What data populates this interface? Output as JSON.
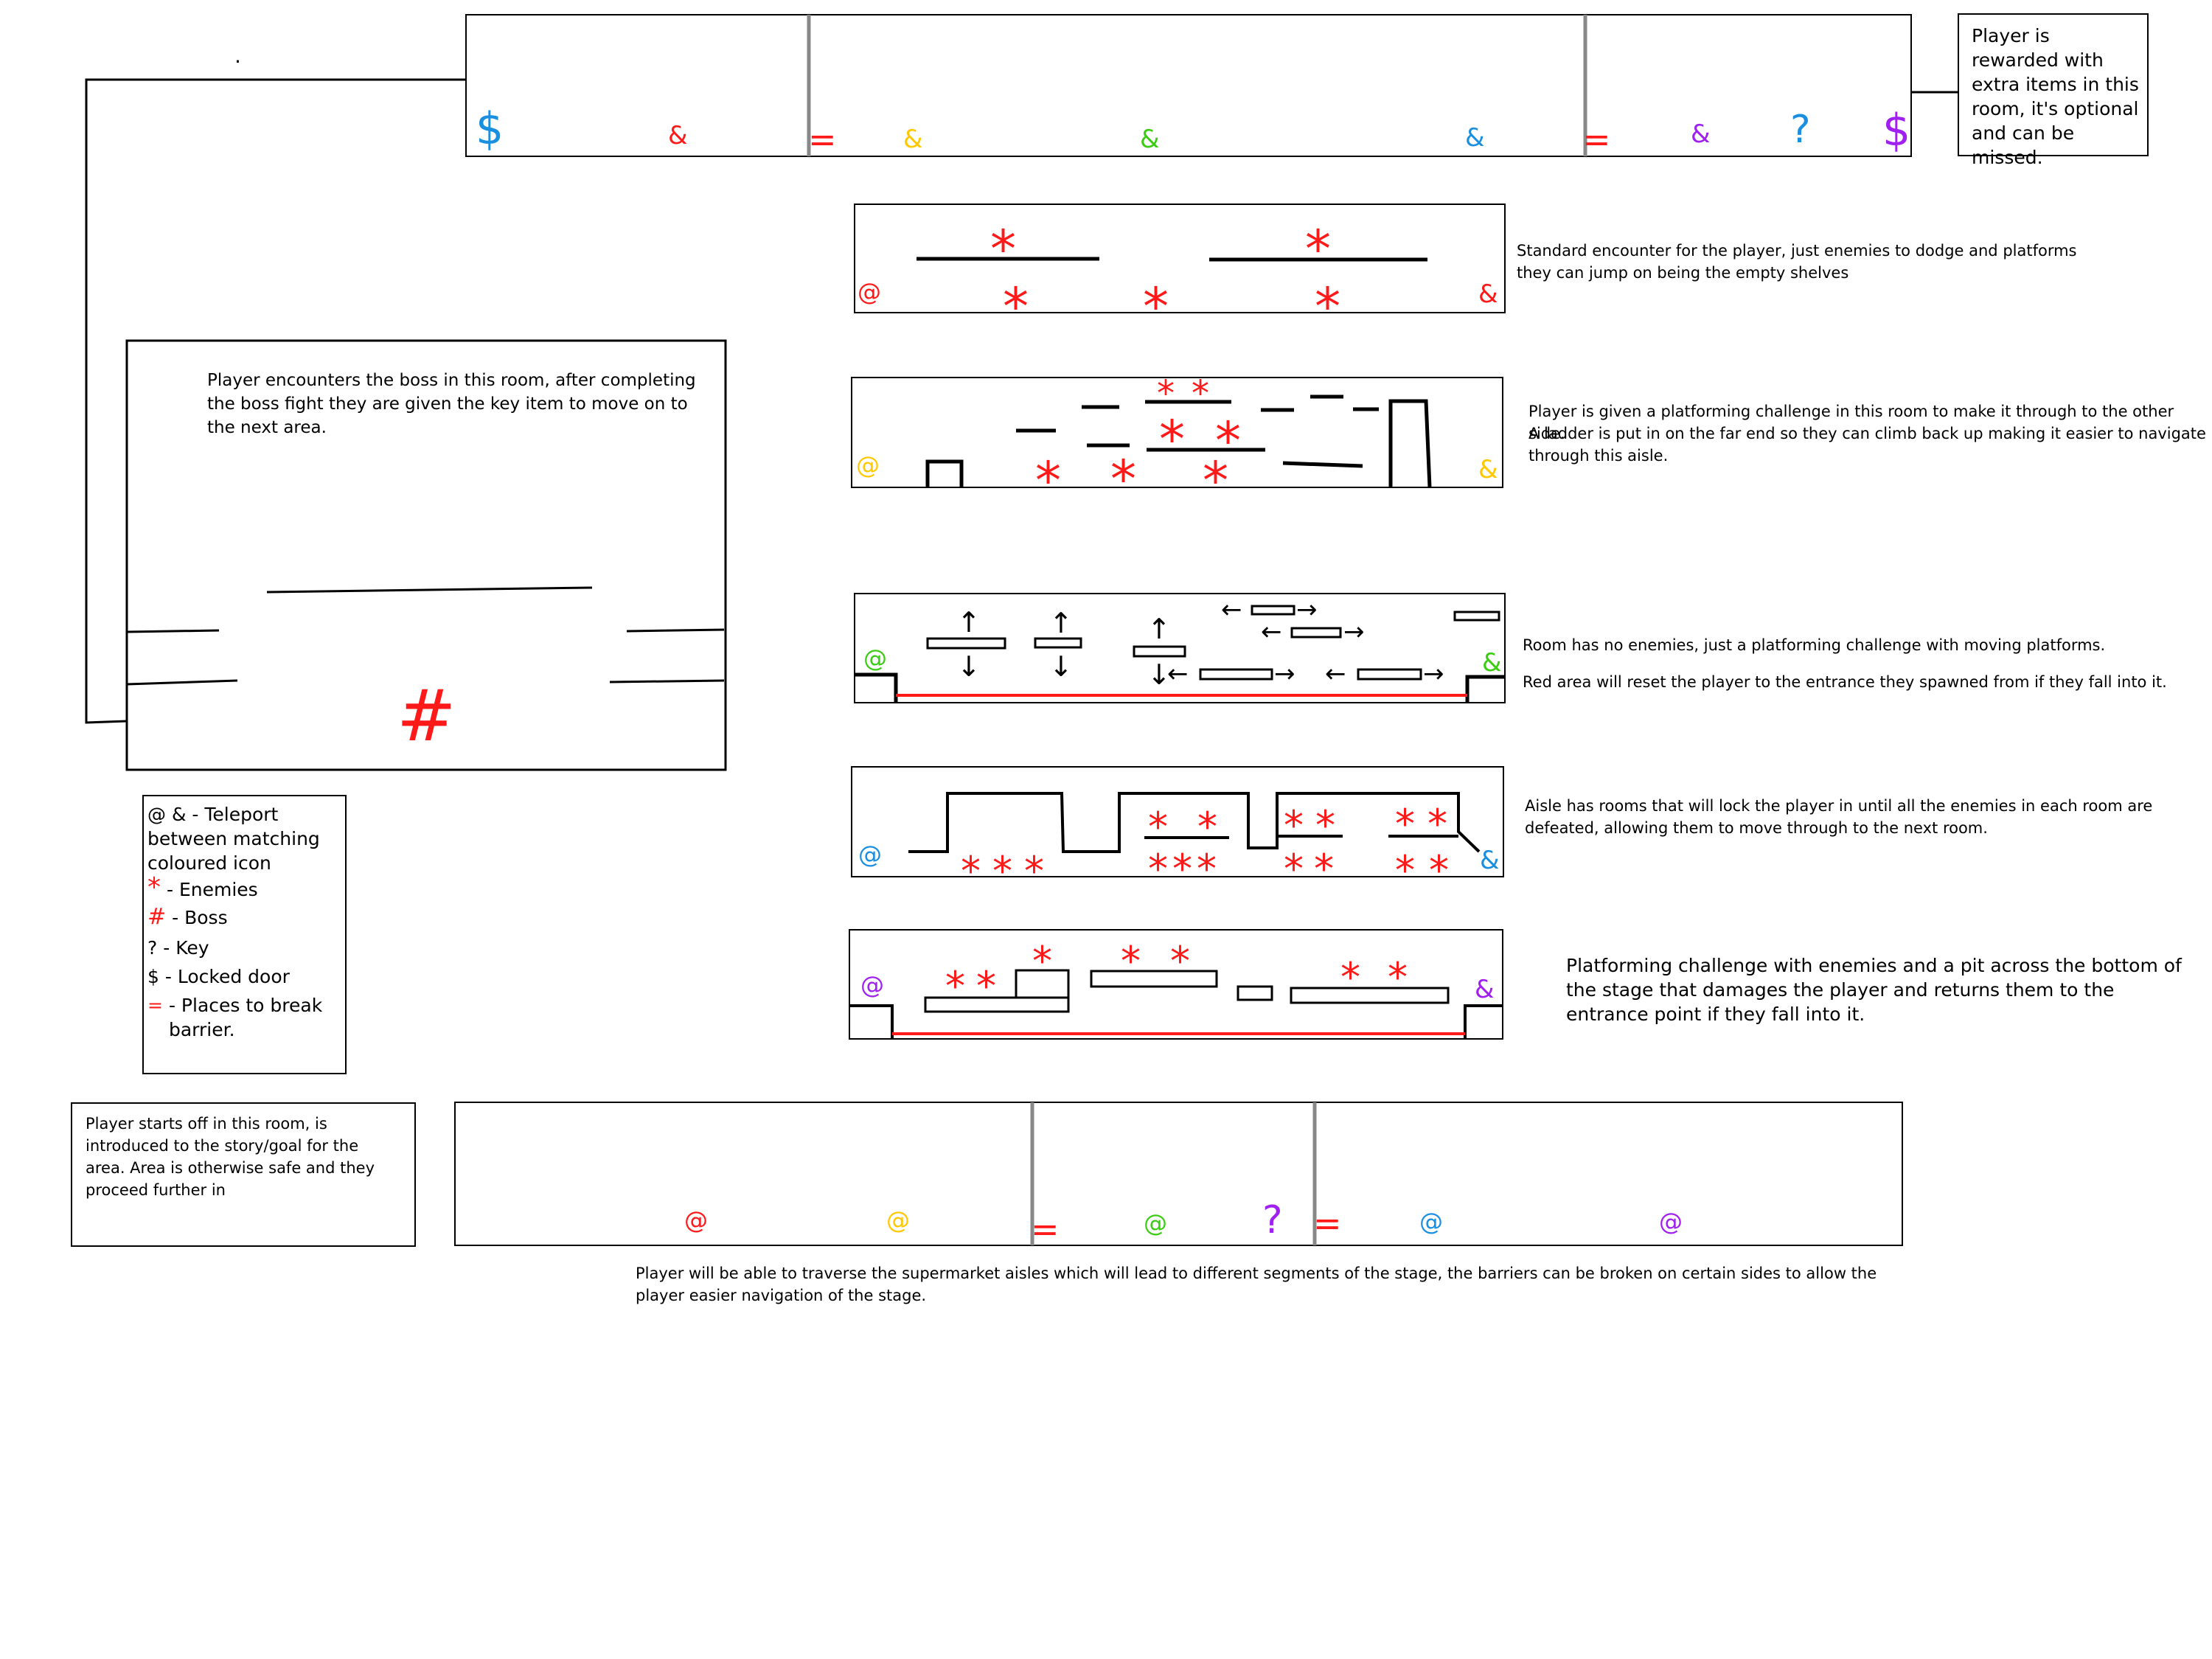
{
  "colors": {
    "red": "#ff1a1a",
    "yellow": "#ffc800",
    "green": "#3ccc14",
    "blue": "#1a8fe0",
    "purple": "#a020f0",
    "divider": "#888888"
  },
  "notes": {
    "reward_room": "Player is rewarded with extra items in this room, it's optional and can be missed.",
    "standard_encounter": "Standard encounter for the player, just enemies to dodge and platforms they can jump on being the empty shelves",
    "platforming_ladder_1": "Player is given a platforming challenge in this room to make it through to the other side.",
    "platforming_ladder_2": "A ladder is put in on the far end so they can climb back up making it easier to navigate through this aisle.",
    "moving_platforms_1": "Room has no enemies, just a platforming challenge with moving platforms.",
    "moving_platforms_2": "Red area will reset the player to the entrance they spawned from if they fall into it.",
    "lock_rooms": "Aisle has rooms that will lock the player in until all the enemies in each room are defeated, allowing them to move through to the next room.",
    "pit_challenge": "Platforming challenge with enemies and a pit across the bottom of the stage that damages the player and returns them to the entrance point if they fall into it.",
    "boss_room": "Player encounters the boss in this room, after completing the boss fight they are given the key item to move on to the next area.",
    "start_room": "Player starts off in this room, is introduced to the story/goal for the area. Area is otherwise safe and they proceed further in",
    "aisles": "Player will be able to traverse the supermarket aisles which will lead to different segments of the stage, the barriers can be broken on certain sides to allow the player easier navigation of the stage."
  },
  "legend": {
    "teleport_symbols": "@ &",
    "teleport_label": "- Teleport between matching coloured icon",
    "enemies_symbol": "*",
    "enemies_label": "- Enemies",
    "boss_symbol": "#",
    "boss_label": "- Boss",
    "key_symbol": "?",
    "key_label": "- Key",
    "door_symbol": "$",
    "door_label": "- Locked door",
    "barrier_symbol": "=",
    "barrier_label": "- Places to break barrier."
  },
  "symbols": {
    "teleport_at": "@",
    "teleport_amp": "&",
    "enemy": "*",
    "boss": "#",
    "key": "?",
    "door": "$",
    "barrier": "=",
    "arrow_up": "↑",
    "arrow_down": "↓",
    "arrow_left": "←",
    "arrow_right": "→"
  },
  "misc": {
    "dot": "."
  }
}
